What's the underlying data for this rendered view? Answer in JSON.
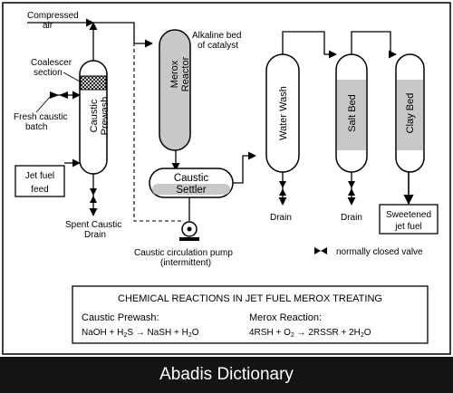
{
  "labels": {
    "compressed_air_1": "Compressed",
    "compressed_air_2": "air",
    "alkaline_bed_1": "Alkaline bed",
    "alkaline_bed_2": "of catalyst",
    "coalescer_1": "Coalescer",
    "coalescer_2": "section",
    "fresh_caustic_1": "Fresh caustic",
    "fresh_caustic_2": "batch",
    "jet_fuel_feed_1": "Jet fuel",
    "jet_fuel_feed_2": "feed",
    "spent_caustic_1": "Spent Caustic",
    "spent_caustic_2": "Drain",
    "pump_1": "Caustic circulation pump",
    "pump_2": "(intermittent)",
    "drain_water": "Drain",
    "drain_salt": "Drain",
    "sweetened_1": "Sweetened",
    "sweetened_2": "jet fuel",
    "legend_valve": "normally closed valve"
  },
  "vessels": {
    "prewash_1": "Caustic",
    "prewash_2": "Prewash",
    "merox_1": "Merox",
    "merox_2": "Reactor",
    "water_wash": "Water Wash",
    "salt_bed": "Salt Bed",
    "clay_bed": "Clay Bed",
    "settler_1": "Caustic",
    "settler_2": "Settler"
  },
  "reactions": {
    "title": "CHEMICAL REACTIONS IN JET FUEL MEROX TREATING",
    "prewash_heading": "Caustic Prewash:",
    "merox_heading": "Merox Reaction:"
  },
  "footer": "Abadis Dictionary"
}
